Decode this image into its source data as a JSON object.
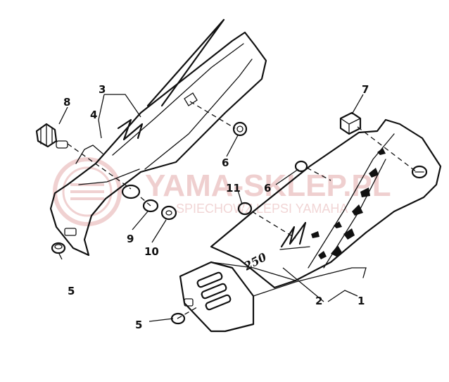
{
  "watermark": {
    "brand": "YAMA-SKLEP.PL",
    "tagline": "SPIECHOWZ LEPSI  YAMAHA",
    "color": "#e2a9a9"
  },
  "labels": {
    "part1": "1",
    "part2": "2",
    "part3": "3",
    "part4": "4",
    "part5a": "5",
    "part5b": "5",
    "part6a": "6",
    "part6b": "6",
    "part7": "7",
    "part8": "8",
    "part9": "9",
    "part10": "10",
    "part11": "11"
  },
  "cover_badge": "250"
}
